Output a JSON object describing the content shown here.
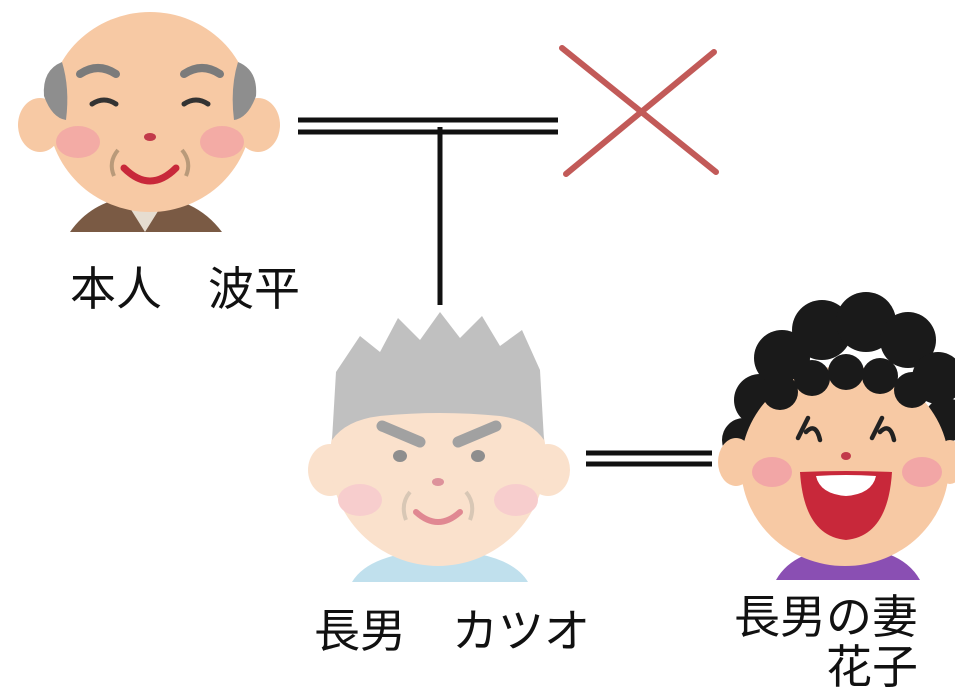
{
  "people": {
    "grandfather": {
      "name": "本人　波平",
      "status": "shown with a red cross (spouse deceased)"
    },
    "son": {
      "name": "長男　カツオ"
    },
    "son_wife": {
      "name_line1": "長男の妻",
      "name_line2": "花子"
    }
  },
  "colors": {
    "line": "#111111",
    "cross": "#c25a58",
    "skin": "#f7c9a4",
    "cheek": "#f2a6a6",
    "gray_hair": "#8e8e8e",
    "black_hair": "#1a1a1a",
    "mouth": "#c8283a",
    "brown_coat": "#7a5a44",
    "blue_shirt": "#8ec8df",
    "purple_shirt": "#8a4fb3"
  }
}
